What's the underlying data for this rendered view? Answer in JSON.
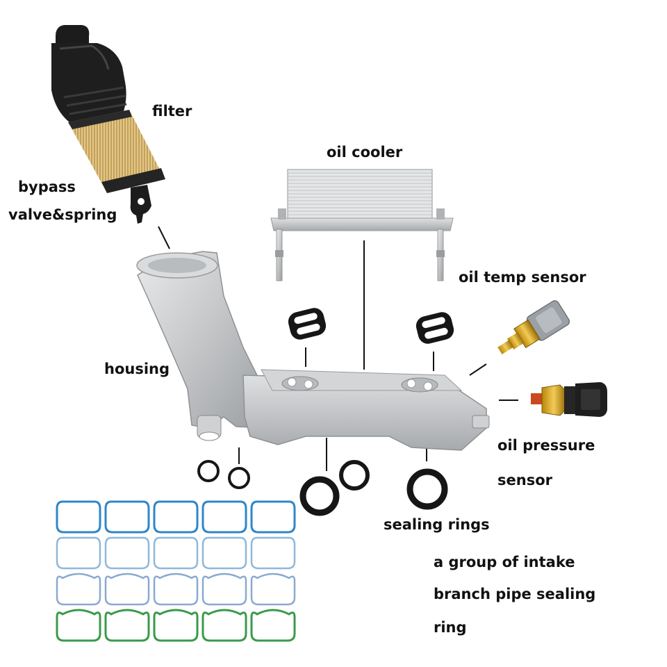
{
  "diagram": {
    "labels": {
      "filter": "filter",
      "bypass_line1": "bypass",
      "bypass_line2": "valve&spring",
      "oil_cooler": "oil cooler",
      "oil_temp_sensor": "oil temp sensor",
      "housing": "housing",
      "oil_pressure_line1": "oil pressure",
      "oil_pressure_line2": "sensor",
      "sealing_rings": "sealing rings",
      "gasket_line1": "a group of intake",
      "gasket_line2": "branch pipe sealing",
      "gasket_line3": "ring"
    },
    "gasket_grid": {
      "rows": [
        {
          "color": "#2f86c8"
        },
        {
          "color": "#8fb8da"
        },
        {
          "color": "#8aa9d0"
        },
        {
          "color": "#3a9a4a"
        }
      ]
    }
  }
}
